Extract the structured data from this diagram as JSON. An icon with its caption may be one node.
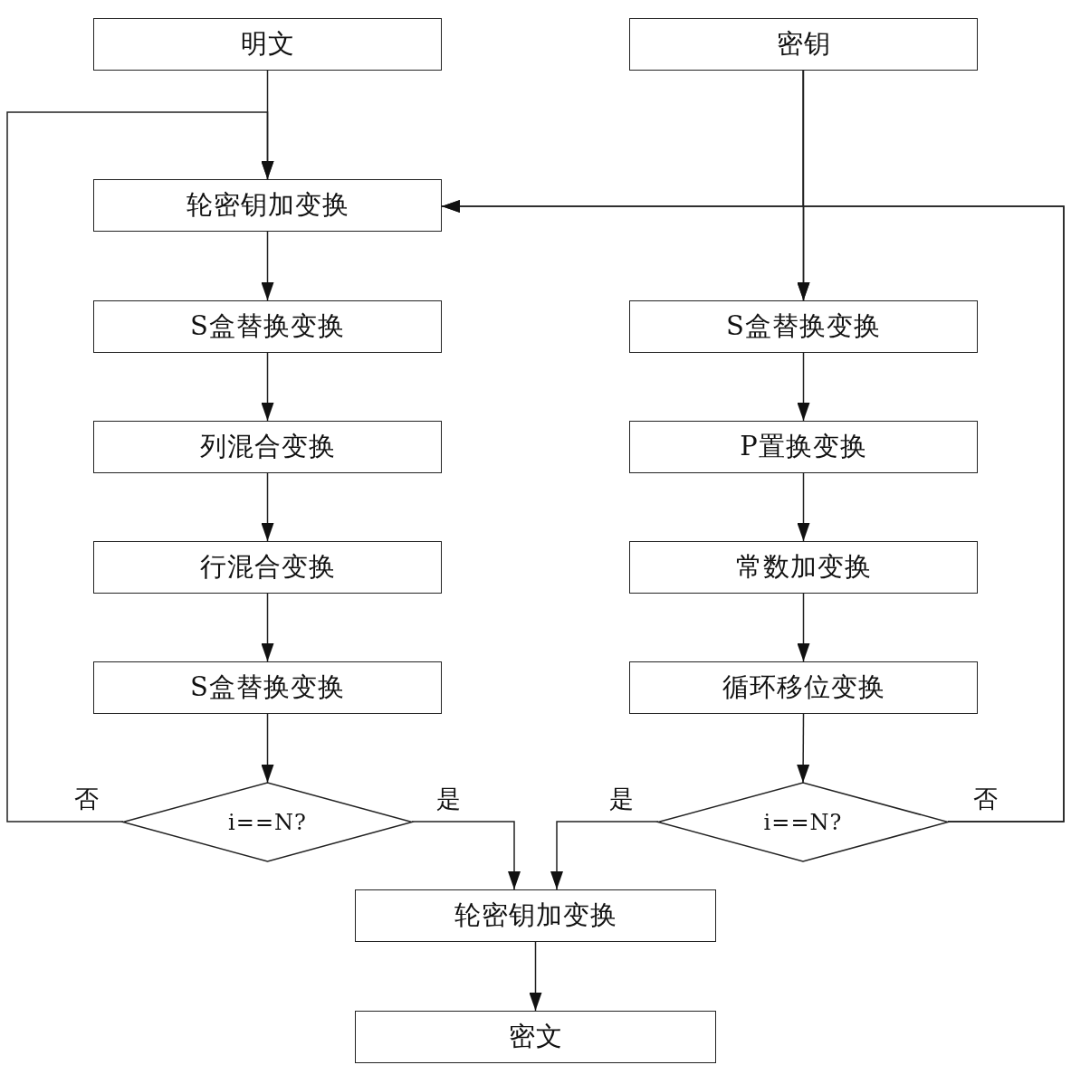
{
  "diagram": {
    "nodes": [
      {
        "text": [
          "明文"
        ]
      },
      {
        "text": [
          "密钥"
        ]
      },
      {
        "text": [
          "轮密钥加变换"
        ]
      },
      {
        "text": [
          "S盒替换变换"
        ]
      },
      {
        "text": [
          "列混合变换"
        ]
      },
      {
        "text": [
          "行混合变换"
        ]
      },
      {
        "text": [
          "S盒替换变换"
        ]
      },
      {
        "text": [
          "i==N?"
        ]
      },
      {
        "text": [
          "S盒替换变换"
        ]
      },
      {
        "text": [
          "P置换变换"
        ]
      },
      {
        "text": [
          "常数加变换"
        ]
      },
      {
        "text": [
          "循环移位变换"
        ]
      },
      {
        "text": [
          "i==N?"
        ]
      },
      {
        "text": [
          "轮密钥加变换"
        ]
      },
      {
        "text": [
          "密文"
        ]
      }
    ],
    "edges": [
      {
        "from": 0,
        "to": 2,
        "arrow": "to"
      },
      {
        "from": 1,
        "to": 2,
        "arrow": "to"
      },
      {
        "from": 1,
        "to": 8,
        "arrow": "to"
      },
      {
        "from": 2,
        "to": 3,
        "arrow": "to"
      },
      {
        "from": 3,
        "to": 4,
        "arrow": "to"
      },
      {
        "from": 4,
        "to": 5,
        "arrow": "to"
      },
      {
        "from": 5,
        "to": 6,
        "arrow": "to"
      },
      {
        "from": 6,
        "to": 7,
        "arrow": "to"
      },
      {
        "from": 7,
        "to": 2,
        "arrow": "to",
        "label": "否"
      },
      {
        "from": 7,
        "to": 13,
        "arrow": "to",
        "label": "是"
      },
      {
        "from": 8,
        "to": 9,
        "arrow": "to"
      },
      {
        "from": 9,
        "to": 10,
        "arrow": "to"
      },
      {
        "from": 10,
        "to": 11,
        "arrow": "to"
      },
      {
        "from": 11,
        "to": 12,
        "arrow": "to"
      },
      {
        "from": 12,
        "to": 2,
        "arrow": "to",
        "label": "否"
      },
      {
        "from": 12,
        "to": 8,
        "arrow": "to"
      },
      {
        "from": 12,
        "to": 13,
        "arrow": "to",
        "label": "是"
      },
      {
        "from": 13,
        "to": 14,
        "arrow": "to"
      }
    ]
  }
}
